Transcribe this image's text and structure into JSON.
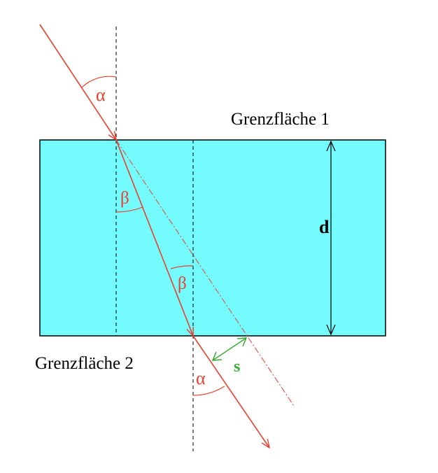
{
  "labels": {
    "interface_1": "Grenzfläche 1",
    "interface_2": "Grenzfläche 2",
    "thickness": "d",
    "shift": "s",
    "angle_alpha_in": "α",
    "angle_beta_top": "β",
    "angle_beta_bottom": "β",
    "angle_alpha_out": "α"
  },
  "colors": {
    "medium_fill": "#73fbfd",
    "ray": "#e8412f",
    "shift_arrow": "#3aaa35",
    "outline": "#000000",
    "text_black": "#000000"
  }
}
